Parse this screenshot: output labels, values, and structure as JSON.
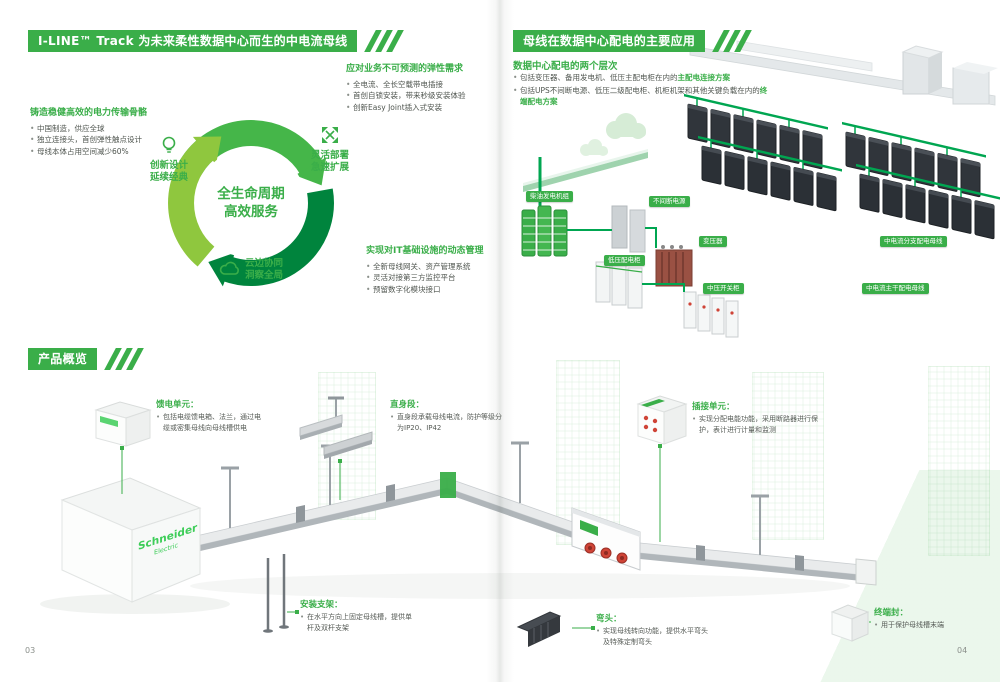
{
  "colors": {
    "green": "#3aae49",
    "dark_green": "#00843d",
    "light_green": "#8fc73e",
    "brand_green": "#3dcd58"
  },
  "pages": {
    "left_number": "03",
    "right_number": "04"
  },
  "left": {
    "header": "I-LINE™ Track 为未来柔性数据中心而生的中电流母线",
    "lifecycle": {
      "center": {
        "line1": "全生命周期",
        "line2": "高效服务"
      },
      "block_backbone": {
        "title": "铸造稳健高效的电力传输骨骼",
        "bullets": [
          "中国制造，供应全球",
          "独立连接头，首创弹性触点设计",
          "母线本体占用空间减少60%"
        ]
      },
      "block_flex": {
        "title": "应对业务不可预测的弹性需求",
        "bullets": [
          "全电流、全长空载带电插接",
          "首创自锁安装，带来秒级安装体验",
          "创新Easy Joint插入式安装"
        ]
      },
      "block_it": {
        "title": "实现对IT基础设施的动态管理",
        "bullets": [
          "全新母线网关、资产管理系统",
          "灵活对接第三方监控平台",
          "预留数字化模块接口"
        ]
      },
      "badge_design": {
        "line1": "创新设计",
        "line2": "延续经典"
      },
      "badge_deploy": {
        "line1": "灵活部署",
        "line2": "急速扩展"
      },
      "badge_cloud": {
        "line1": "云边协同",
        "line2": "洞察全局"
      }
    },
    "overview": {
      "header": "产品概览",
      "logo": {
        "line1": "Schneider",
        "line2": "Electric"
      },
      "callouts": {
        "feed": {
          "title": "馈电单元：",
          "desc": "包括电缆馈电箱、法兰，通过电缆或密集母线向母线槽供电"
        },
        "straight": {
          "title": "直身段：",
          "desc": "直身段承载母线电流，防护等级分为IP20、IP42"
        },
        "plugin": {
          "title": "插接单元：",
          "desc": "实现分配电能功能，采用断路器进行保护，表计进行计量和监测"
        },
        "bracket": {
          "title": "安装支架：",
          "desc": "在水平方向上固定母线槽，提供单杆及双杆支架"
        },
        "elbow": {
          "title": "弯头：",
          "desc": "实现母线转向功能，提供水平弯头及特殊定制弯头"
        },
        "endcap": {
          "title": "终端封：",
          "desc": "用于保护母线槽末端"
        }
      }
    }
  },
  "right": {
    "header": "母线在数据中心配电的主要应用",
    "subtitle": "数据中心配电的两个层次",
    "bullets": [
      {
        "text": "包括变压器、备用发电机、低压主配电柜在内的",
        "highlight": "主配电连接方案"
      },
      {
        "text": "包括UPS不间断电源、低压二级配电柜、机柜机架和其他关键负载在内的",
        "highlight": "终端配电方案"
      }
    ],
    "labels": {
      "generator": "柴油发电机组",
      "ups": "不间断电源",
      "transformer": "变压器",
      "lv_panel": "低压配电柜",
      "mv_switchgear": "中压开关柜",
      "branch_busway": "中电流分支配电母线",
      "trunk_busway": "中电流主干配电母线"
    }
  }
}
